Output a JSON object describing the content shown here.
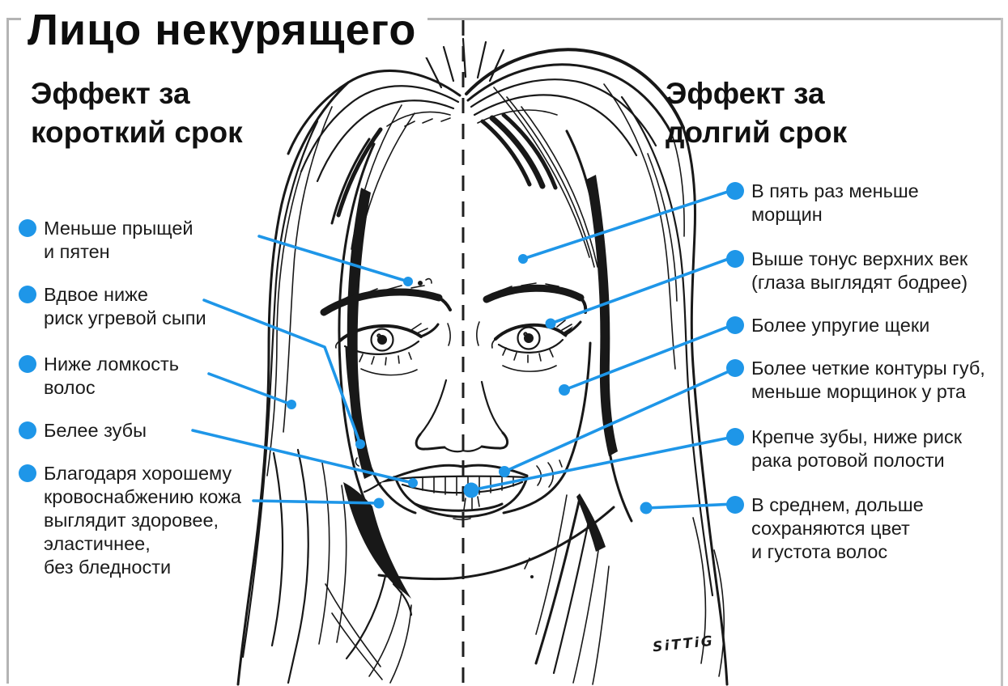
{
  "title": "Лицо некурящего",
  "colors": {
    "accent_blue": "#1e96e8",
    "ink": "#181818",
    "text": "#1b1b1b",
    "frame_gray": "#b4b4b4",
    "background": "#ffffff"
  },
  "left_panel": {
    "header": "Эффект за\nкороткий срок",
    "items": [
      {
        "text": "Меньше прыщей\nи пятен"
      },
      {
        "text": "Вдвое ниже\nриск угревой сыпи"
      },
      {
        "text": "Ниже ломкость\nволос"
      },
      {
        "text": "Белее зубы"
      },
      {
        "text": "Благодаря хорошему\nкровоснабжению кожа\nвыглядит здоровее,\nэластичнее,\nбез бледности"
      }
    ]
  },
  "right_panel": {
    "header": "Эффект за\nдолгий срок",
    "items": [
      {
        "text": "В пять раз меньше\nморщин"
      },
      {
        "text": "Выше тонус верхних век\n(глаза выглядят бодрее)"
      },
      {
        "text": "Более упругие щеки"
      },
      {
        "text": "Более четкие контуры губ,\nменьше морщинок у рта"
      },
      {
        "text": "Крепче зубы, ниже риск\nрака ротовой полости"
      },
      {
        "text": "В среднем, дольше\nсохраняются цвет\nи густота волос"
      }
    ]
  },
  "illustration": {
    "signature": "SiTTiG"
  }
}
